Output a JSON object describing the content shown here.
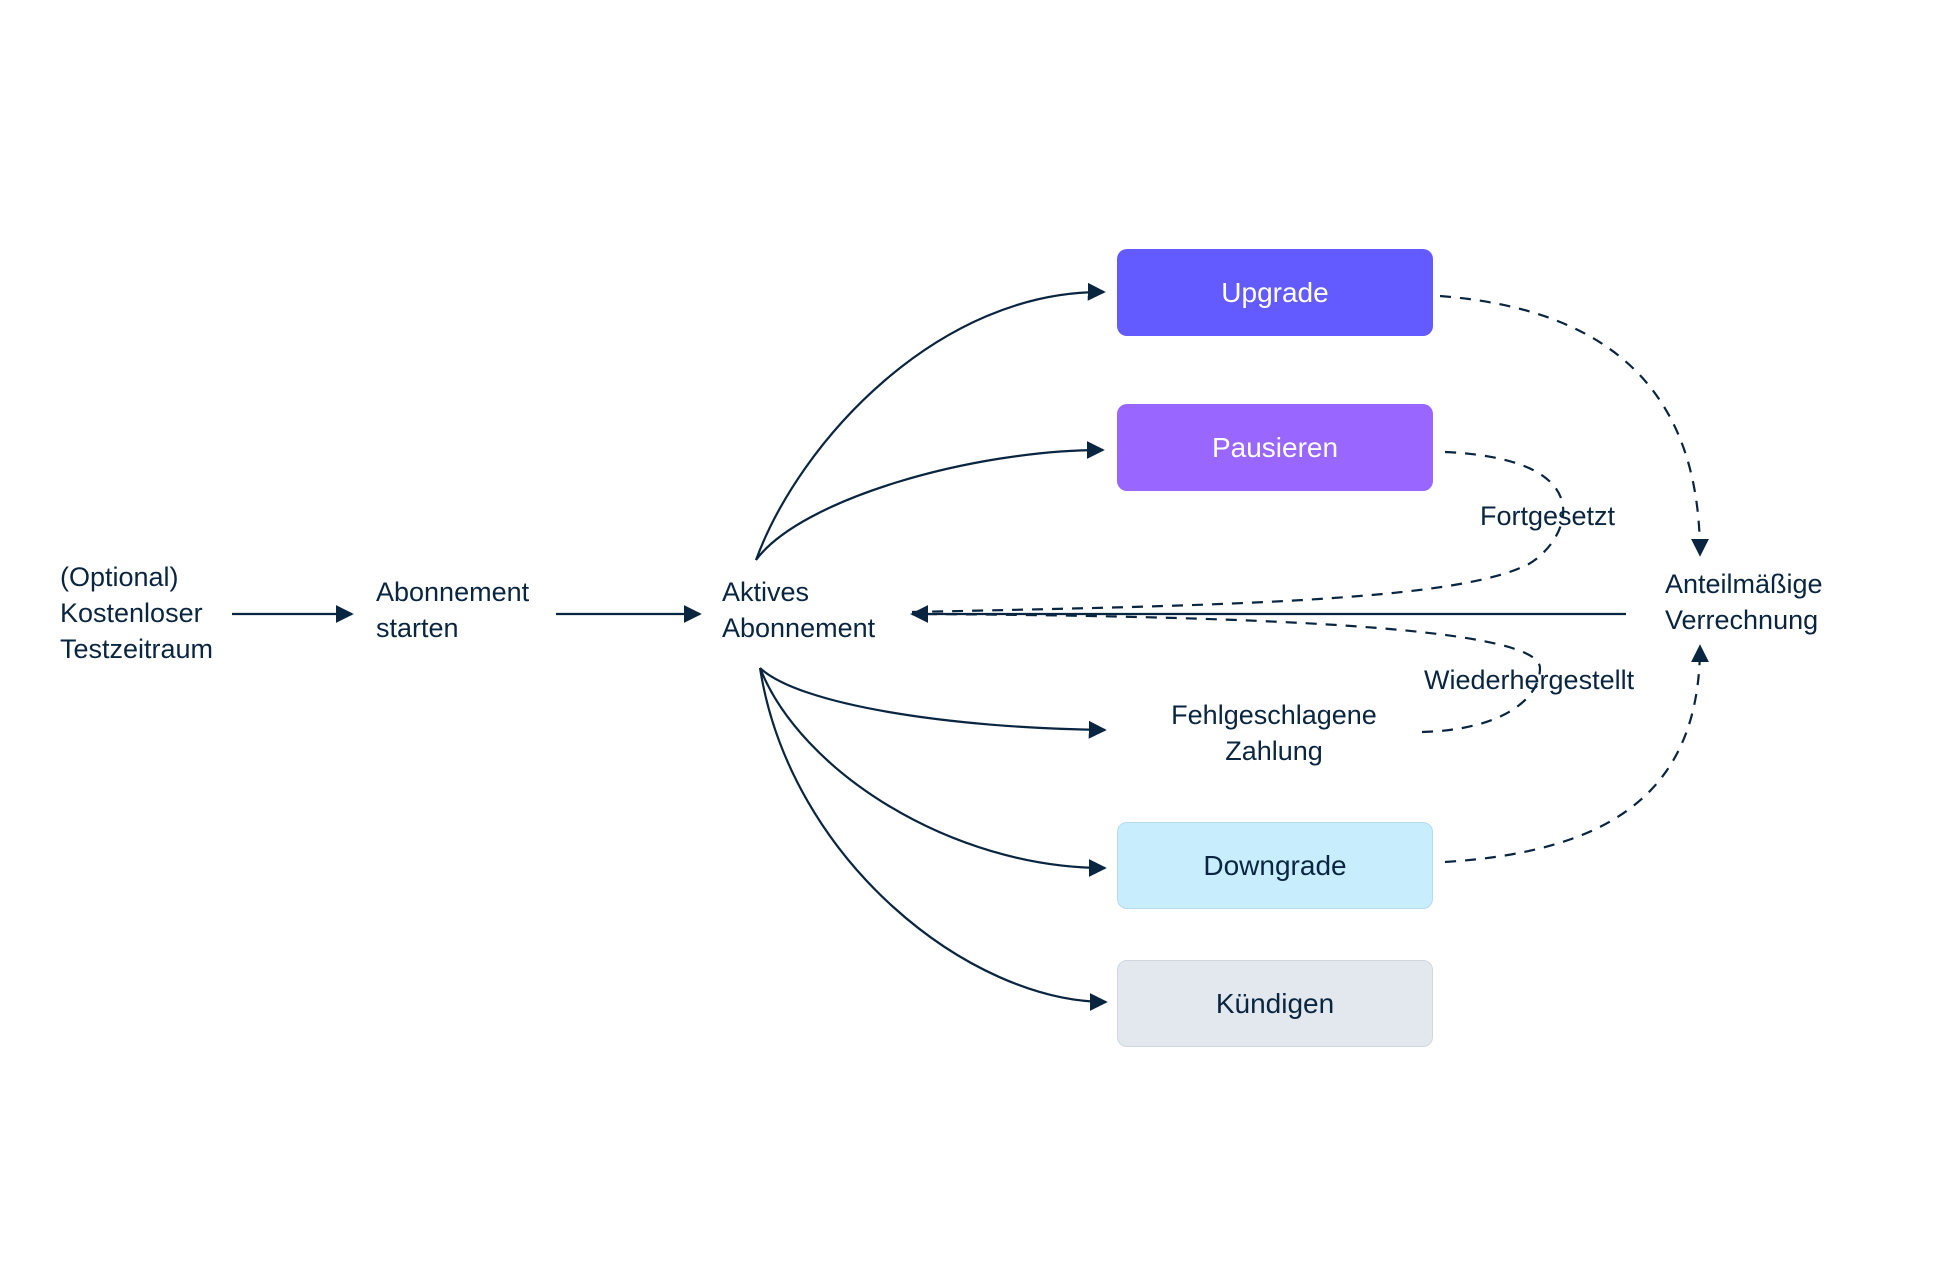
{
  "stages": {
    "trial": [
      "(Optional)",
      "Kostenloser",
      "Testzeitraum"
    ],
    "start": [
      "Abonnement",
      "starten"
    ],
    "active": [
      "Aktives",
      "Abonnement"
    ],
    "proration": [
      "Anteilmäßige",
      "Verrechnung"
    ],
    "failed_payment": [
      "Fehlgeschlagene",
      "Zahlung"
    ]
  },
  "actions": {
    "upgrade": "Upgrade",
    "pause": "Pausieren",
    "downgrade": "Downgrade",
    "cancel": "Kündigen"
  },
  "edge_labels": {
    "resumed": "Fortgesetzt",
    "restored": "Wiederhergestellt"
  },
  "colors": {
    "ink": "#0a2540",
    "upgrade": "#635bff",
    "pause": "#9966ff",
    "downgrade": "#c8eefd",
    "cancel": "#e3e8ee"
  }
}
